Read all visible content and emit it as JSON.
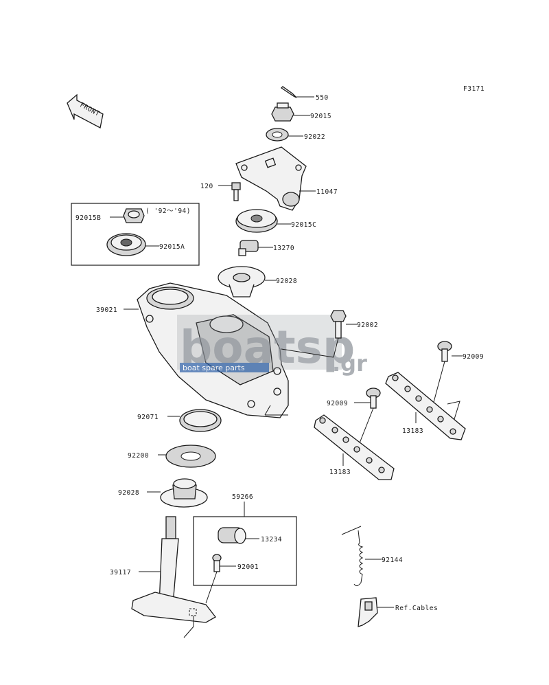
{
  "figure_code": "F3171",
  "front_arrow_label": "FRONT",
  "inset_years": "( '92～'94)",
  "watermark": {
    "brand_main": "boatsp",
    "brand_suffix": ".gr",
    "tagline": "boat spare parts",
    "colors": {
      "gray": "#8a8f96",
      "blue": "#2b5fa8"
    }
  },
  "labels": {
    "l550": "550",
    "l92015": "92015",
    "l92022": "92022",
    "l11047": "11047",
    "l120": "120",
    "l92015B": "92015B",
    "l92015A": "92015A",
    "l92015C": "92015C",
    "l13270": "13270",
    "l92028_top": "92028",
    "l39021": "39021",
    "l92002": "92002",
    "l92009_right": "92009",
    "l92009_mid": "92009",
    "l13183_right": "13183",
    "l13183_mid": "13183",
    "l92071": "92071",
    "l92200": "92200",
    "l92028_bot": "92028",
    "l59266": "59266",
    "l13234": "13234",
    "l92001": "92001",
    "l39117": "39117",
    "l92144": "92144",
    "l_refcables": "Ref.Cables"
  }
}
